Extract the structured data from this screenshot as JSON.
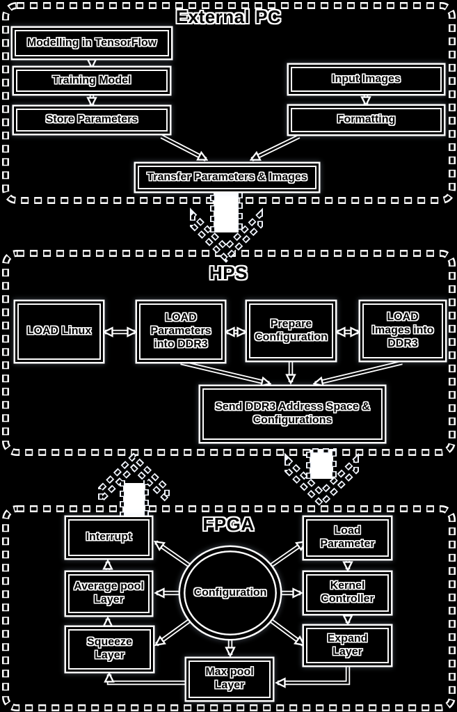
{
  "diagram": {
    "background_color": "#000000",
    "line_color": "#ffffff",
    "text_fill_color": "#000000",
    "text_outline_color": "#ffffff"
  },
  "sections": {
    "external_pc": {
      "title": "External PC",
      "nodes": {
        "modelling": "Modelling in TensorFlow",
        "training": "Training Model",
        "store": "Store Parameters",
        "input_images": "Input Images",
        "formatting": "Formatting",
        "transfer": "Transfer Parameters & Images"
      }
    },
    "hps": {
      "title": "HPS",
      "nodes": {
        "load_linux": "LOAD Linux",
        "load_parameters": "LOAD Parameters into DDR3",
        "prepare_configuration": "Prepare Configuration",
        "load_images": "LOAD Images into DDR3",
        "send_ddr3": "Send DDR3 Address Space & Configurations"
      }
    },
    "fpga": {
      "title": "FPGA",
      "nodes": {
        "configuration": "Configuration",
        "interrupt": "Interrupt",
        "average_pool": "Average pool Layer",
        "squeeze": "Squeeze Layer",
        "load_parameter": "Load Parameter",
        "kernel_controller": "Kernel Controller",
        "expand": "Expand Layer",
        "max_pool": "Max pool Layer"
      }
    }
  },
  "edges": [
    {
      "from": "modelling",
      "to": "training",
      "type": "arrow"
    },
    {
      "from": "training",
      "to": "store",
      "type": "arrow"
    },
    {
      "from": "input_images",
      "to": "formatting",
      "type": "arrow"
    },
    {
      "from": "store",
      "to": "transfer",
      "type": "arrow"
    },
    {
      "from": "formatting",
      "to": "transfer",
      "type": "arrow"
    },
    {
      "from": "external_pc",
      "to": "hps",
      "type": "block-arrow-dashed"
    },
    {
      "from": "load_linux",
      "to": "load_parameters",
      "type": "double-arrow"
    },
    {
      "from": "load_parameters",
      "to": "prepare_configuration",
      "type": "double-arrow"
    },
    {
      "from": "prepare_configuration",
      "to": "load_images",
      "type": "double-arrow"
    },
    {
      "from": "load_parameters",
      "to": "send_ddr3",
      "type": "arrow"
    },
    {
      "from": "prepare_configuration",
      "to": "send_ddr3",
      "type": "arrow"
    },
    {
      "from": "load_images",
      "to": "send_ddr3",
      "type": "arrow"
    },
    {
      "from": "hps",
      "to": "fpga",
      "type": "block-arrow-dashed"
    },
    {
      "from": "fpga",
      "to": "hps",
      "type": "block-arrow-dashed"
    },
    {
      "from": "configuration",
      "to": "interrupt",
      "type": "arrow"
    },
    {
      "from": "configuration",
      "to": "load_parameter",
      "type": "arrow"
    },
    {
      "from": "configuration",
      "to": "average_pool",
      "type": "arrow"
    },
    {
      "from": "configuration",
      "to": "kernel_controller",
      "type": "arrow"
    },
    {
      "from": "configuration",
      "to": "squeeze",
      "type": "arrow"
    },
    {
      "from": "configuration",
      "to": "expand",
      "type": "arrow"
    },
    {
      "from": "configuration",
      "to": "max_pool",
      "type": "arrow"
    },
    {
      "from": "load_parameter",
      "to": "kernel_controller",
      "type": "arrow"
    },
    {
      "from": "kernel_controller",
      "to": "expand",
      "type": "arrow"
    },
    {
      "from": "expand",
      "to": "max_pool",
      "type": "arrow"
    },
    {
      "from": "max_pool",
      "to": "squeeze",
      "type": "arrow"
    },
    {
      "from": "squeeze",
      "to": "average_pool",
      "type": "arrow"
    },
    {
      "from": "average_pool",
      "to": "interrupt",
      "type": "arrow"
    }
  ]
}
